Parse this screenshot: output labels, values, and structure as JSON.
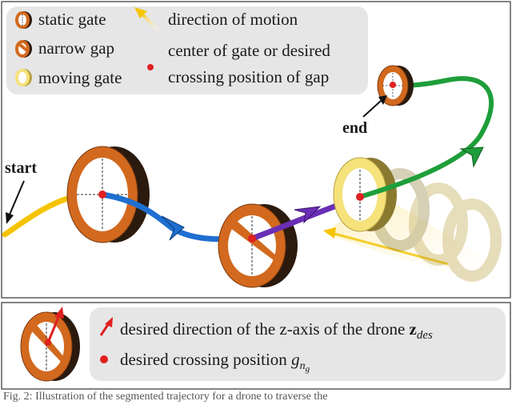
{
  "legend": {
    "static_gate": "static gate",
    "narrow_gap": "narrow gap",
    "moving_gate": "moving gate",
    "direction_of_motion": "direction of motion",
    "center_line1": "center of gate or desired",
    "center_line2": "crossing position of gap"
  },
  "labels": {
    "start": "start",
    "end": "end"
  },
  "bottom_legend": {
    "z_axis_text": "desired direction of  the z-axis of the drone ",
    "z_symbol": "z",
    "z_subscript": "des",
    "crossing_text": "desired crossing position ",
    "g_symbol": "g",
    "g_subscript": "n",
    "g_subsubscript": "g"
  },
  "caption": "Fig. 2: Illustration of the segmented trajectory for a drone to traverse the",
  "colors": {
    "gate_orange": "#d2691e",
    "gate_dark": "#2b1a0e",
    "moving_gate_yellow": "#f5e27a",
    "segment_yellow": "#f5c400",
    "segment_blue": "#1f6fd1",
    "segment_purple": "#6a2fb5",
    "segment_green": "#1e9e3a",
    "center_dot": "#e02020",
    "legend_bg": "#e6e6e6"
  }
}
